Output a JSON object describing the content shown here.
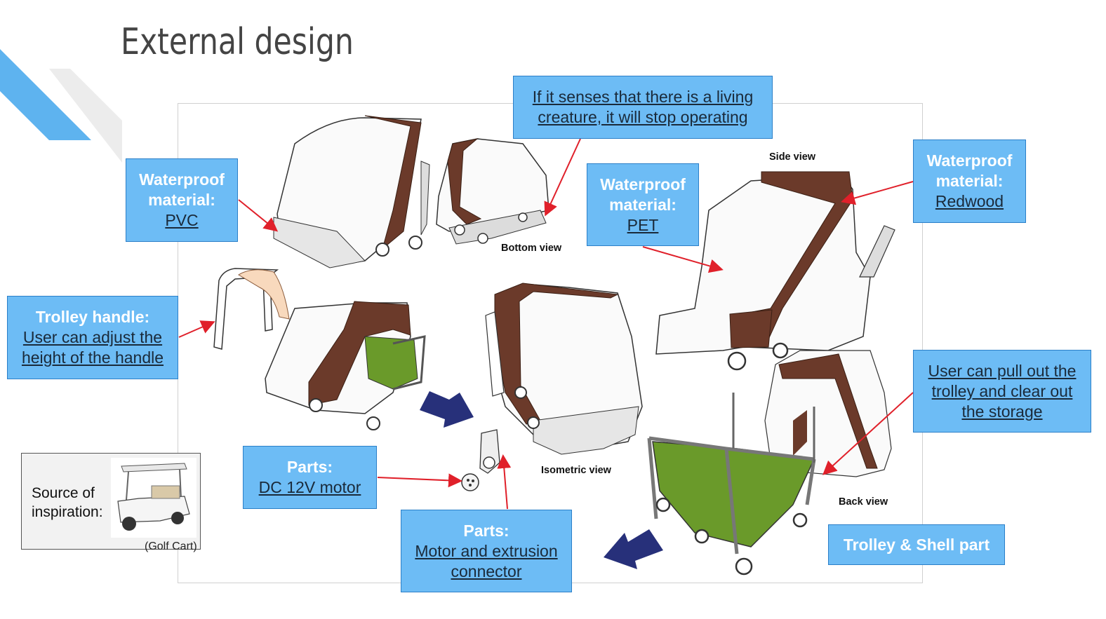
{
  "slide": {
    "title": "External design"
  },
  "callouts": {
    "pvc": {
      "line1": "Waterproof",
      "line2": "material:",
      "value": "PVC"
    },
    "living": {
      "line1": "If it senses that there is a living",
      "line2": "creature, it will stop operating"
    },
    "pet": {
      "line1": "Waterproof",
      "line2": "material:",
      "value": "PET"
    },
    "redwood": {
      "line1": "Waterproof",
      "line2": "material:",
      "value": "Redwood"
    },
    "handle": {
      "title": "Trolley handle:",
      "line1": "User can adjust the",
      "line2": "height of the handle"
    },
    "pullout": {
      "line1": "User can pull out the",
      "line2": "trolley and clear out",
      "line3": "the storage"
    },
    "motor": {
      "title": "Parts:",
      "value": "DC 12V motor"
    },
    "connector": {
      "title": "Parts:",
      "line1": "Motor and extrusion",
      "line2": "connector"
    },
    "trolley_shell": {
      "text": "Trolley & Shell part"
    }
  },
  "view_labels": {
    "bottom": "Bottom view",
    "side": "Side view",
    "isometric": "Isometric view",
    "back": "Back view"
  },
  "inspiration": {
    "line1": "Source of",
    "line2": "inspiration:",
    "caption": "(Golf Cart)"
  },
  "colors": {
    "callout_fill": "#6dbcf5",
    "callout_border": "#2b7fc8",
    "arrow": "#e0202a",
    "wood": "#6b3a2a",
    "trolley_green": "#6a9a2a",
    "navy_arrow": "#27307a",
    "accent_stripe": "#5eb3ef"
  }
}
